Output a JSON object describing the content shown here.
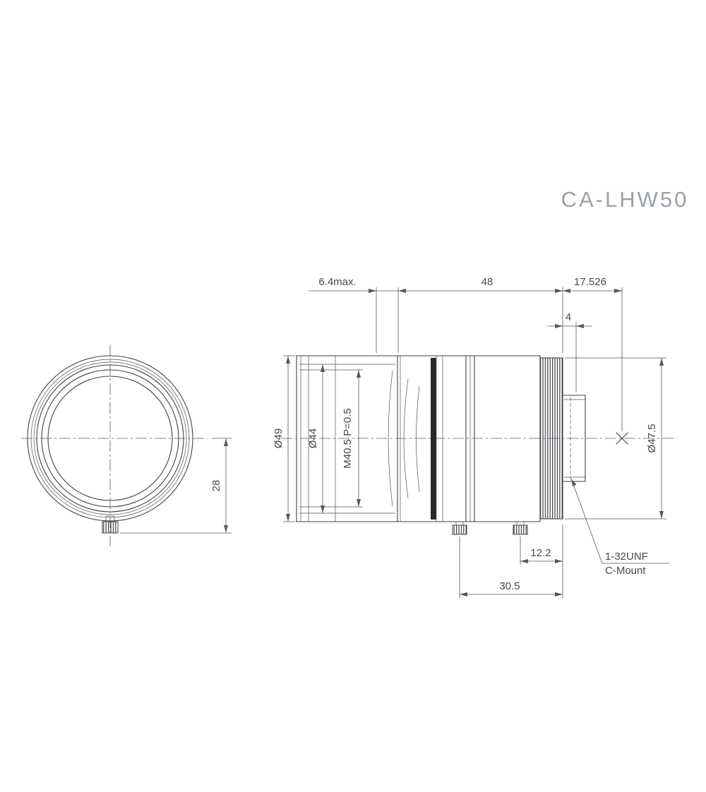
{
  "title": "CA-LHW50",
  "front_view": {
    "screw_offset_dim": "28"
  },
  "side_view": {
    "top_dims": {
      "front_extension": "6.4max.",
      "barrel_length": "48",
      "flange_back": "17.526",
      "clamp_width": "4"
    },
    "diameters": {
      "front_outer": "Ø49",
      "front_inner": "Ø44",
      "filter_thread": "M40.5 P=0.5",
      "rear_outer": "Ø47.5"
    },
    "bottom_dims": {
      "rear_screw": "12.2",
      "front_screw": "30.5"
    },
    "mount": {
      "thread": "1-32UNF",
      "type": "C-Mount"
    }
  }
}
